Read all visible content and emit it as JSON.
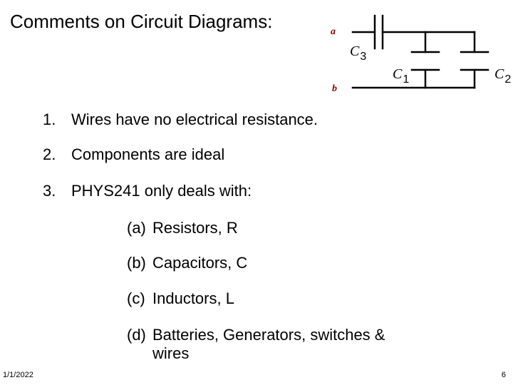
{
  "title": "Comments on Circuit Diagrams:",
  "circuit": {
    "node_a": "a",
    "node_b": "b",
    "capacitors": [
      {
        "symbol": "C",
        "subscript": "3"
      },
      {
        "symbol": "C",
        "subscript": "1"
      },
      {
        "symbol": "C",
        "subscript": "2"
      }
    ]
  },
  "items": [
    {
      "num": "1.",
      "text": "Wires have no electrical resistance."
    },
    {
      "num": "2.",
      "text": "Components are ideal"
    },
    {
      "num": "3.",
      "text": "PHYS241 only deals with:"
    }
  ],
  "subitems": [
    {
      "letter": "(a)",
      "text": "Resistors, R"
    },
    {
      "letter": "(b)",
      "text": "Capacitors, C"
    },
    {
      "letter": "(c)",
      "text": "Inductors, L"
    },
    {
      "letter": "(d)",
      "text": "Batteries, Generators, switches &",
      "continuation": "wires"
    }
  ],
  "footer": {
    "date": "1/1/2022",
    "page": "6"
  }
}
